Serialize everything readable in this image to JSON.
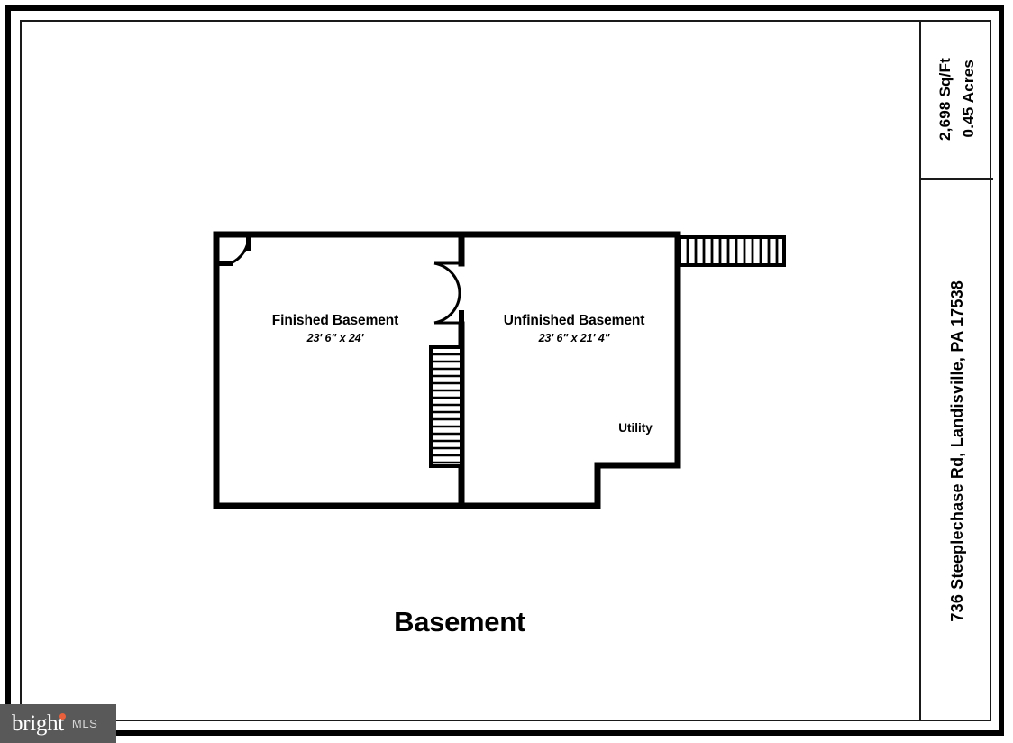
{
  "document": {
    "type": "floor-plan",
    "title": "Basement"
  },
  "sidebar": {
    "stats": {
      "square_feet": "2,698 Sq/Ft",
      "acres": "0.45 Acres"
    },
    "address": "736 Steeplechase Rd, Landisville, PA 17538"
  },
  "plan": {
    "title": "Basement",
    "rooms": [
      {
        "name": "Finished Basement",
        "dimensions": "23' 6\" x 24'"
      },
      {
        "name": "Unfinished Basement",
        "dimensions": "23' 6\" x 21' 4\""
      },
      {
        "name": "Utility",
        "dimensions": ""
      }
    ],
    "features": [
      "door-top-left",
      "double-door-center-wall",
      "interior-staircase",
      "exterior-staircase"
    ]
  },
  "watermark": {
    "brand": "bright",
    "suffix": "MLS",
    "accent_color": "#e8603c",
    "background_color": "#595959"
  },
  "colors": {
    "wall": "#000000",
    "frame": "#000000",
    "background": "#ffffff"
  }
}
